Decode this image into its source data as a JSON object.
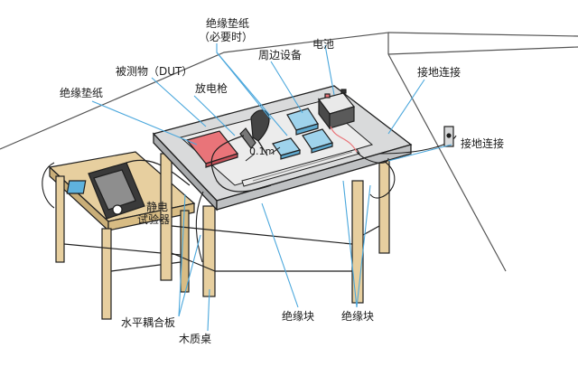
{
  "labels": {
    "insulation_mat_optional_line1": "绝缘垫纸",
    "insulation_mat_optional_line2": "（必要时）",
    "peripheral_device": "周边设备",
    "battery": "电池",
    "dut": "被测物（DUT）",
    "esd_gun": "放电枪",
    "ground_connection_top": "接地连接",
    "insulation_mat": "绝缘垫纸",
    "ground_connection_right": "接地连接",
    "distance": "0.1m",
    "esd_simulator_line1": "静电",
    "esd_simulator_line2": "试验器",
    "hcp": "水平耦合板",
    "insulation_block_center": "绝缘块",
    "insulation_block_right": "绝缘块",
    "wooden_table": "木质桌"
  },
  "colors": {
    "outline": "#1f1f1f",
    "surface": "#d9dadb",
    "surface_dark": "#a9abad",
    "wood": "#e7cf9f",
    "wood_dark": "#c9ae78",
    "dut_red": "#e97479",
    "device_blue": "#9fd3ec",
    "callout": "#4aa7dc"
  }
}
